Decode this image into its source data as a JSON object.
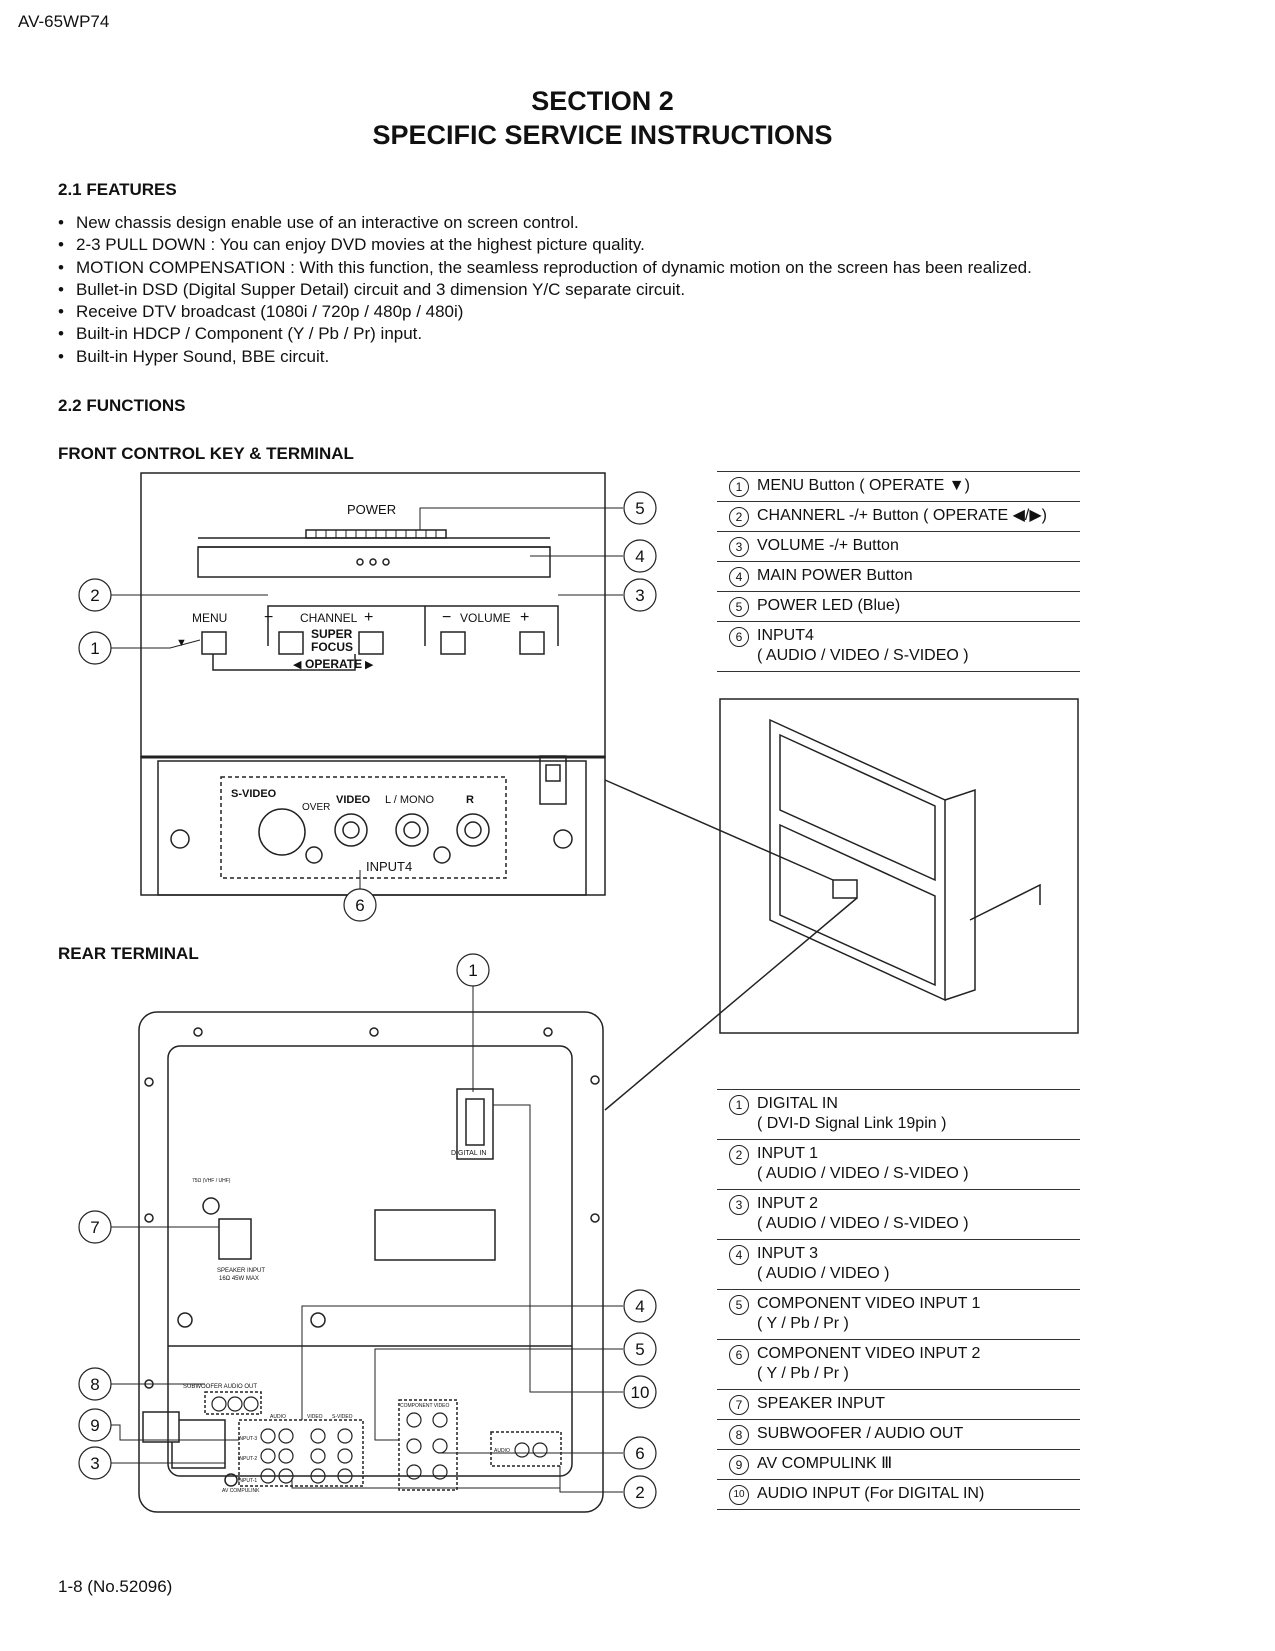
{
  "header": {
    "model": "AV-65WP74"
  },
  "title": {
    "line1": "SECTION 2",
    "line2": "SPECIFIC SERVICE INSTRUCTIONS"
  },
  "features": {
    "heading": "2.1  FEATURES",
    "items": [
      "New chassis design enable use of an interactive on screen control.",
      "2-3 PULL DOWN : You can enjoy DVD movies at the highest picture quality.",
      "MOTION COMPENSATION : With this function, the seamless reproduction of dynamic motion on the screen has been realized.",
      "Bullet-in DSD (Digital Supper Detail) circuit and 3 dimension Y/C separate circuit.",
      "Receive DTV broadcast (1080i / 720p / 480p / 480i)",
      "Built-in HDCP / Component (Y / Pb / Pr) input.",
      "Built-in Hyper Sound, BBE circuit."
    ]
  },
  "functions": {
    "heading": "2.2  FUNCTIONS"
  },
  "front": {
    "heading": "FRONT CONTROL KEY & TERMINAL",
    "labels": {
      "power": "POWER",
      "menu": "MENU",
      "channel": "CHANNEL",
      "volume": "VOLUME",
      "super": "SUPER",
      "focus": "FOCUS",
      "operate": "OPERATE",
      "svideo": "S-VIDEO",
      "over": "OVER",
      "video": "VIDEO",
      "lmono": "L / MONO",
      "r": "R",
      "input4": "INPUT4"
    },
    "legend": [
      {
        "num": "1",
        "text": "MENU Button ( OPERATE ▼)"
      },
      {
        "num": "2",
        "text": "CHANNERL -/+ Button ( OPERATE ◀/▶)"
      },
      {
        "num": "3",
        "text": "VOLUME -/+ Button"
      },
      {
        "num": "4",
        "text": "MAIN POWER Button"
      },
      {
        "num": "5",
        "text": "POWER LED (Blue)"
      },
      {
        "num": "6",
        "text": "INPUT4",
        "sub": "( AUDIO / VIDEO / S-VIDEO )"
      }
    ]
  },
  "rear": {
    "heading": "REAR TERMINAL",
    "labels": {
      "digital_in": "DIGITAL IN",
      "antenna": "75Ω (VHF / UHF)",
      "speaker1": "SPEAKER INPUT",
      "speaker2": "16Ω 45W MAX",
      "subwoofer": "SUBWOOFER  AUDIO OUT",
      "audio": "AUDIO",
      "video": "VIDEO",
      "svideo": "S-VIDEO",
      "input1": "INPUT-1",
      "input2": "INPUT-2",
      "input3": "INPUT-3",
      "component": "COMPONENT VIDEO",
      "av_compulink": "AV COMPULINK"
    },
    "legend": [
      {
        "num": "1",
        "text": "DIGITAL IN",
        "sub": "( DVI-D Signal Link 19pin )"
      },
      {
        "num": "2",
        "text": "INPUT 1",
        "sub": "( AUDIO / VIDEO / S-VIDEO )"
      },
      {
        "num": "3",
        "text": "INPUT 2",
        "sub": "( AUDIO / VIDEO / S-VIDEO )"
      },
      {
        "num": "4",
        "text": "INPUT 3",
        "sub": "( AUDIO / VIDEO )"
      },
      {
        "num": "5",
        "text": "COMPONENT VIDEO INPUT 1",
        "sub": "( Y / Pb / Pr )"
      },
      {
        "num": "6",
        "text": "COMPONENT VIDEO INPUT 2",
        "sub": "( Y / Pb / Pr )"
      },
      {
        "num": "7",
        "text": "SPEAKER INPUT"
      },
      {
        "num": "8",
        "text": "SUBWOOFER / AUDIO OUT"
      },
      {
        "num": "9",
        "text": "AV COMPULINK Ⅲ"
      },
      {
        "num": "10",
        "text": "AUDIO INPUT (For DIGITAL IN)"
      }
    ]
  },
  "callouts": {
    "front": [
      "1",
      "2",
      "3",
      "4",
      "5",
      "6"
    ],
    "rear": [
      "1",
      "2",
      "3",
      "4",
      "5",
      "6",
      "7",
      "8",
      "9",
      "10"
    ]
  },
  "footer": {
    "page": "1-8 (No.52096)"
  }
}
